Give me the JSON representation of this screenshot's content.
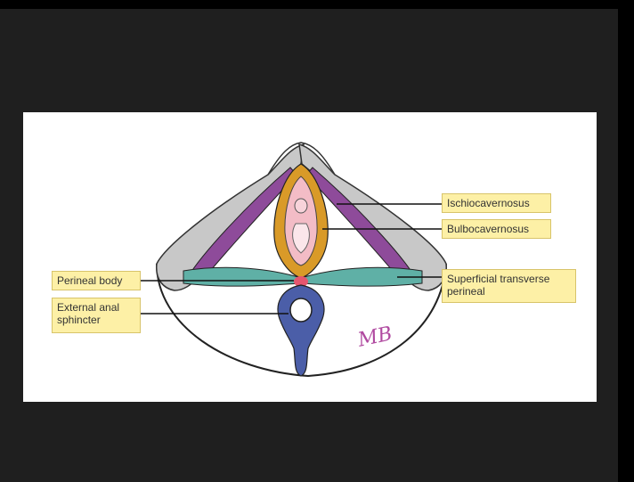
{
  "diagram": {
    "labels": {
      "ischiocavernosus": "Ischiocavernosus",
      "bulbocavernosus": "Bulbocavernosus",
      "superficial_transverse": "Superficial transverse\nperineal",
      "perineal_body": "Perineal body",
      "external_anal": "External anal\nsphincter"
    },
    "signature": "MB"
  },
  "colors": {
    "slide_bg": "#ffffff",
    "frame_bg": "#1f1f1f",
    "label_bg": "#fdf0a6",
    "bone": "#c8c8c8",
    "ischiocavernosus": "#8e4b9a",
    "bulbocavernosus": "#d99a28",
    "transverse": "#5fb0a6",
    "sphincter": "#4b5ea8",
    "vestibule": "#f3bcc6",
    "perineal_body": "#e5566f"
  }
}
